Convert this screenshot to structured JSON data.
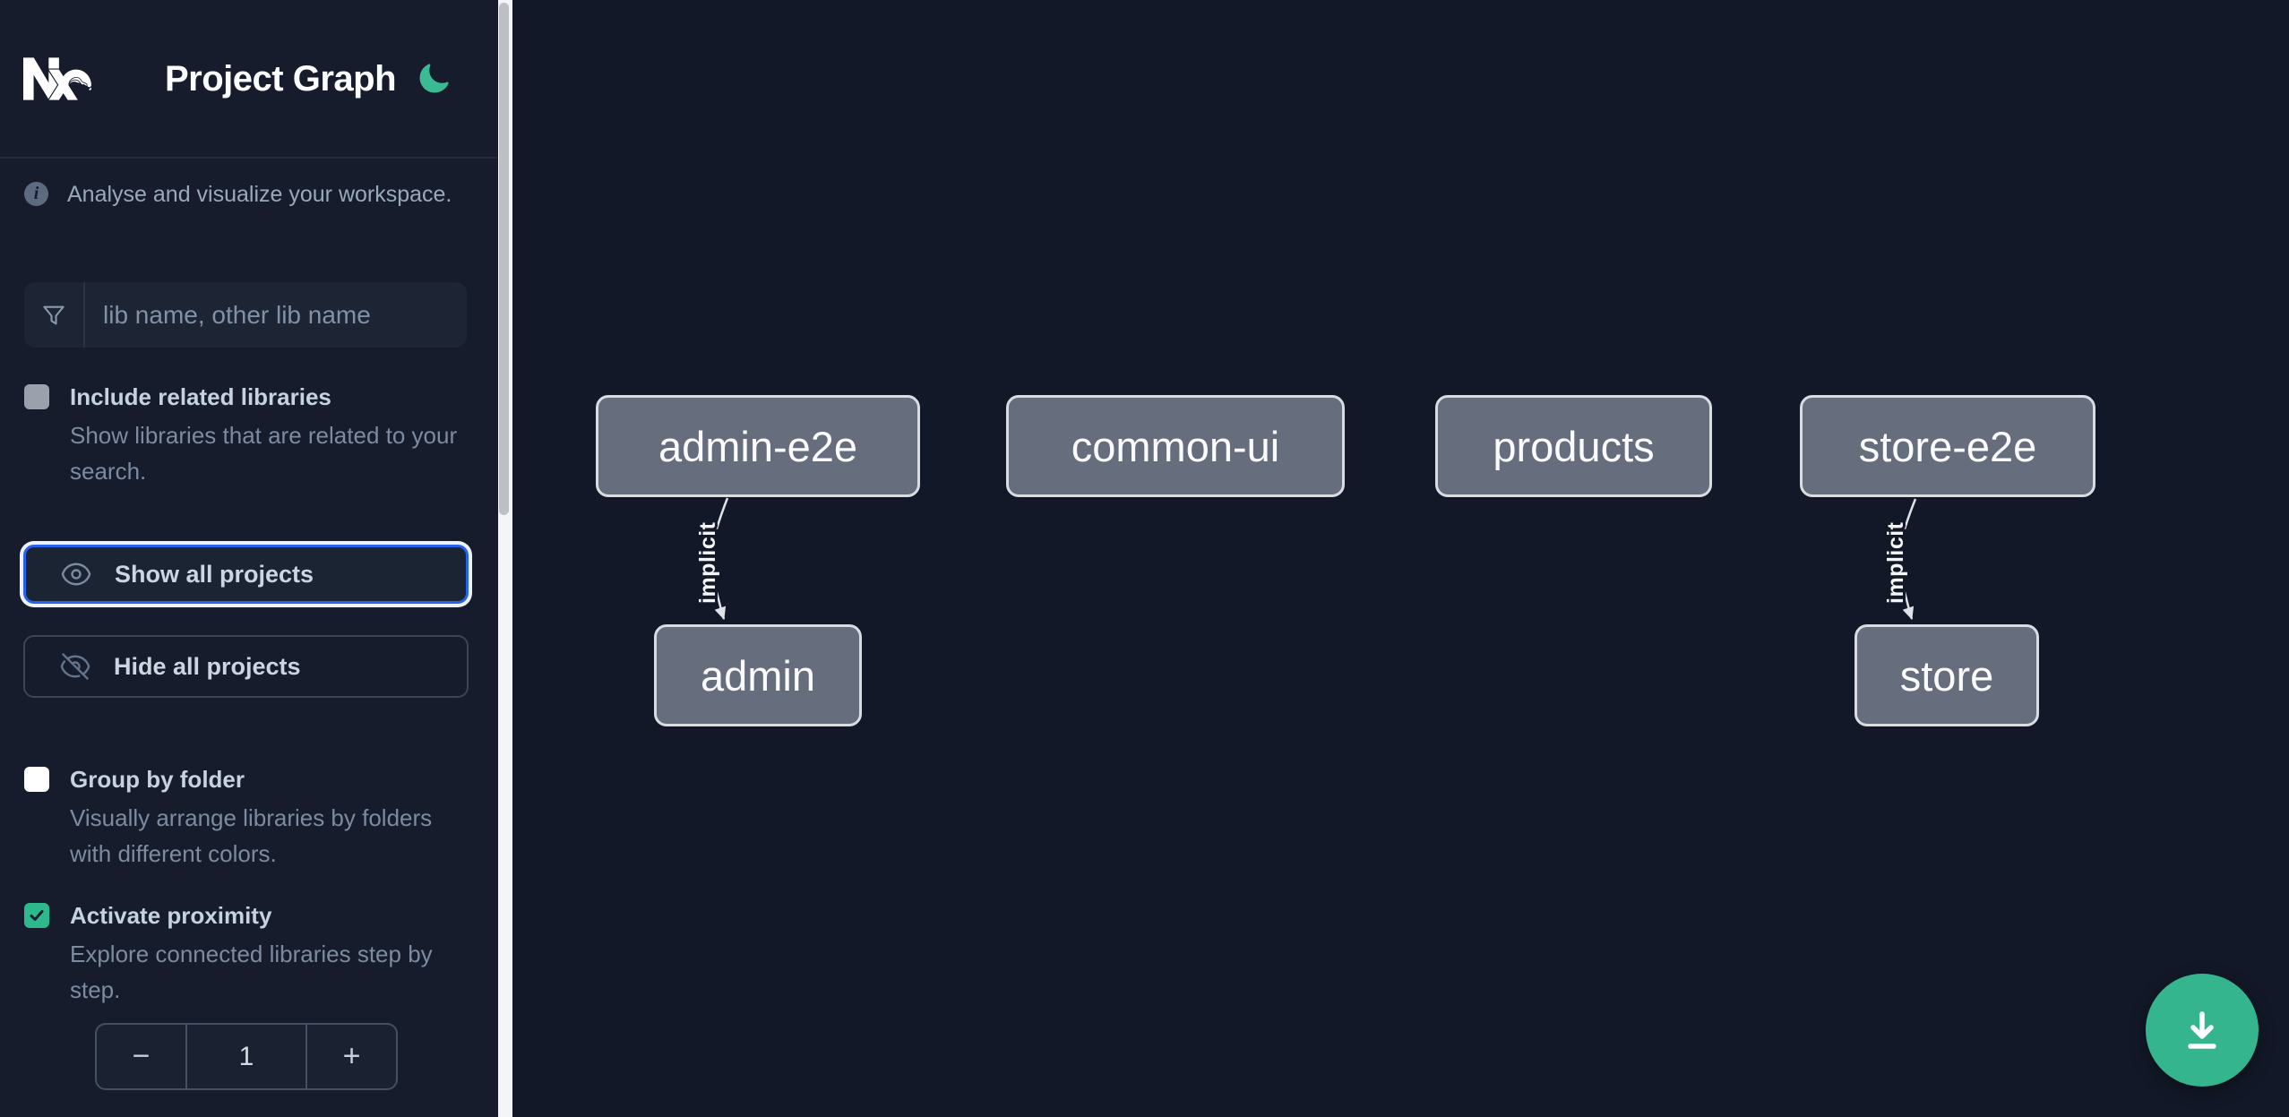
{
  "header": {
    "app_title": "Project Graph"
  },
  "sidebar": {
    "info_text": "Analyse and visualize your workspace.",
    "search_placeholder": "lib name, other lib name",
    "options": [
      {
        "id": "include-related-libraries",
        "label": "Include related libraries",
        "description": "Show libraries that are related to your search.",
        "checked": false,
        "disabled": true
      },
      {
        "id": "group-by-folder",
        "label": "Group by folder",
        "description": "Visually arrange libraries by folders with different colors.",
        "checked": false,
        "disabled": false
      },
      {
        "id": "activate-proximity",
        "label": "Activate proximity",
        "description": "Explore connected libraries step by step.",
        "checked": true,
        "disabled": false
      }
    ],
    "show_all_label": "Show all projects",
    "hide_all_label": "Hide all projects",
    "stepper": {
      "decrement": "−",
      "value": "1",
      "increment": "+"
    }
  },
  "graph": {
    "nodes": [
      {
        "label": "admin-e2e"
      },
      {
        "label": "common-ui"
      },
      {
        "label": "products"
      },
      {
        "label": "store-e2e"
      },
      {
        "label": "admin"
      },
      {
        "label": "store"
      }
    ],
    "edges": [
      {
        "from": "admin-e2e",
        "to": "admin",
        "label": "implicit"
      },
      {
        "from": "store-e2e",
        "to": "store",
        "label": "implicit"
      }
    ]
  },
  "colors": {
    "sidebar_bg": "#161c2c",
    "canvas_bg": "#121827",
    "accent_green": "#35b58d",
    "moon_green": "#3bbb93",
    "focus_blue": "#2563eb",
    "node_fill": "#666e7e",
    "node_border": "#d9dce1",
    "checkbox_checked_green": "#2eb98c"
  }
}
